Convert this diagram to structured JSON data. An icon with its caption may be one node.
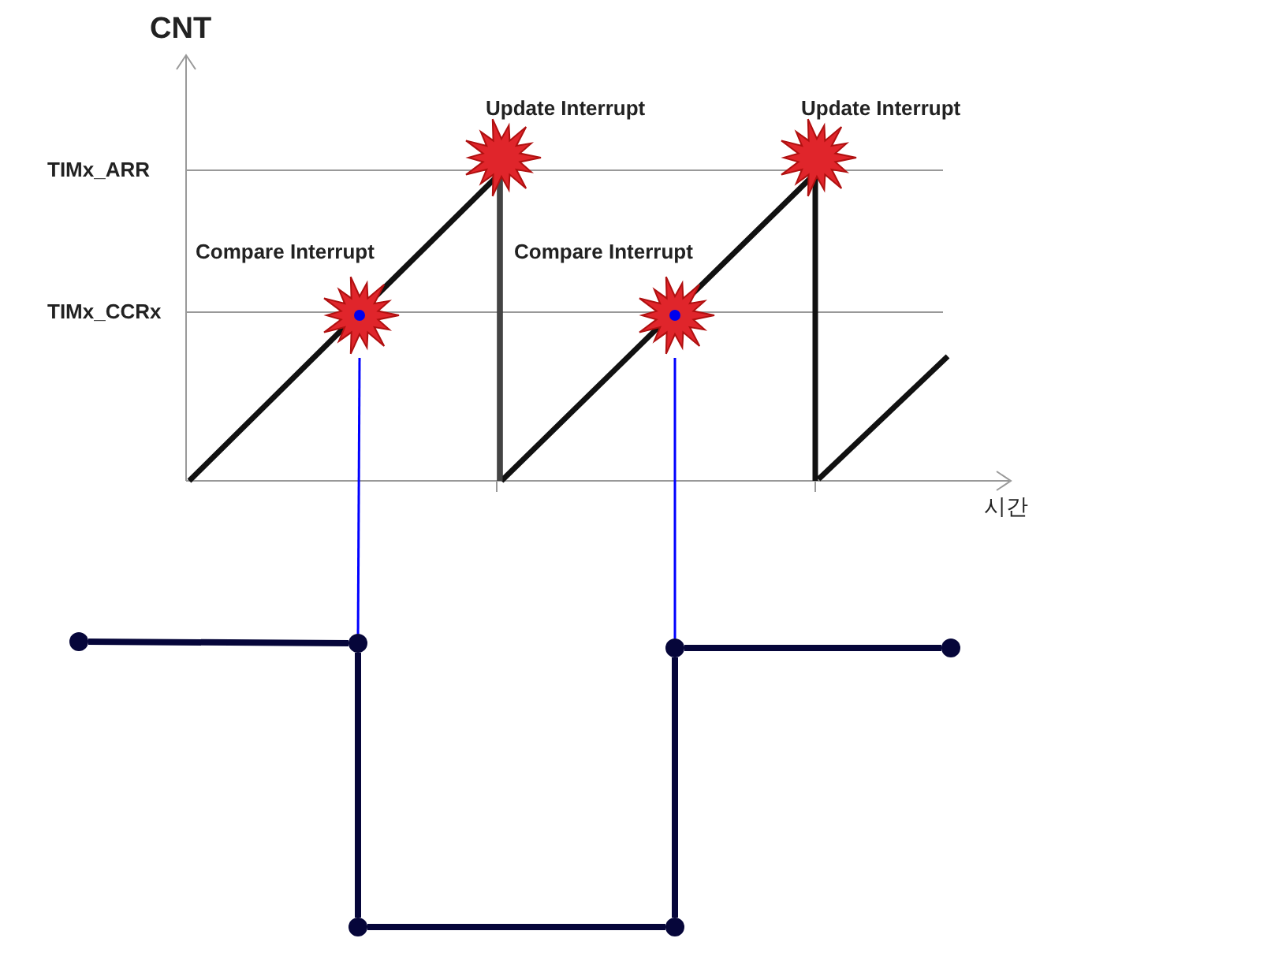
{
  "diagram": {
    "nodes": [
      {
        "text": [
          "Compare Interrupt"
        ]
      },
      {
        "text": [
          "Update Interrupt"
        ]
      },
      {
        "text": [
          "Compare Interrupt"
        ]
      },
      {
        "text": [
          "Update Interrupt"
        ]
      },
      {
        "text": [],
        "shape": "circle"
      },
      {
        "text": [],
        "shape": "circle"
      },
      {
        "text": [],
        "shape": "circle"
      },
      {
        "text": [],
        "shape": "circle"
      },
      {
        "text": [],
        "shape": "circle"
      },
      {
        "text": [],
        "shape": "circle"
      }
    ],
    "edges": [
      {
        "from": 0,
        "to": 5,
        "arrow": "none",
        "color": "#0000ff"
      },
      {
        "from": 2,
        "to": 8,
        "arrow": "none",
        "color": "#0000ff"
      },
      {
        "from": 4,
        "to": 5,
        "arrow": "none"
      },
      {
        "from": 5,
        "to": 6,
        "arrow": "none"
      },
      {
        "from": 6,
        "to": 7,
        "arrow": "none"
      },
      {
        "from": 7,
        "to": 8,
        "arrow": "none"
      },
      {
        "from": 8,
        "to": 9,
        "arrow": "none"
      }
    ],
    "labels": [
      "CNT",
      "TIMx_ARR",
      "TIMx_CCRx",
      "시간"
    ]
  }
}
